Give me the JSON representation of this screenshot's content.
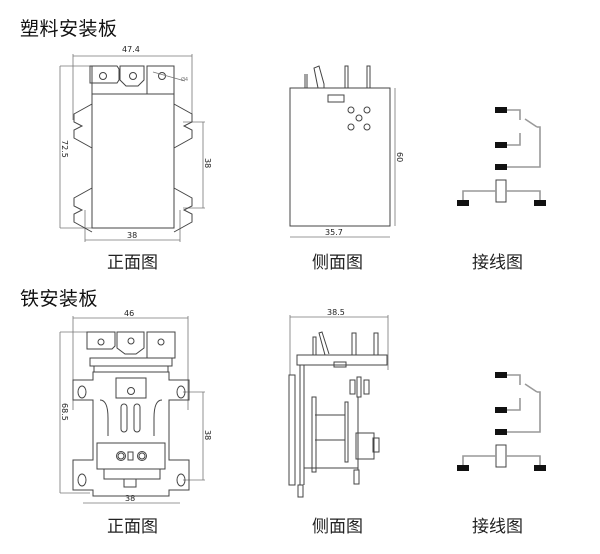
{
  "sections": [
    {
      "title": "塑料安装板",
      "views": {
        "front": {
          "caption": "正面图",
          "dims": {
            "width_top": "47.4",
            "height": "72.5",
            "hole_spacing_v": "38",
            "width_bottom": "38",
            "hole_note": "Ø4"
          }
        },
        "side": {
          "caption": "侧面图",
          "dims": {
            "width": "35.7",
            "height": "60"
          }
        },
        "wiring": {
          "caption": "接线图"
        }
      }
    },
    {
      "title": "铁安装板",
      "views": {
        "front": {
          "caption": "正面图",
          "dims": {
            "width_top": "46",
            "height": "68.5",
            "hole_spacing_v": "38",
            "width_bottom": "38"
          }
        },
        "side": {
          "caption": "侧面图",
          "dims": {
            "width": "38.5"
          }
        },
        "wiring": {
          "caption": "接线图"
        }
      }
    }
  ],
  "colors": {
    "line": "#444444",
    "terminal": "#111111",
    "wire": "#999999"
  }
}
